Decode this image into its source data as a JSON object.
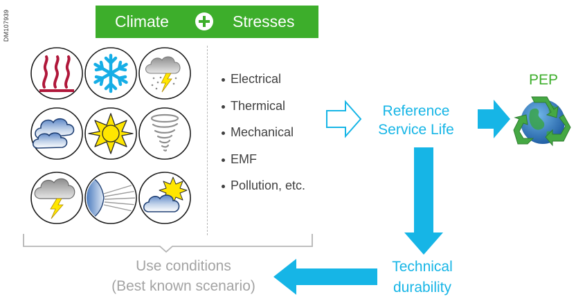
{
  "doc_id": "DM107939",
  "header": {
    "left_label": "Climate",
    "right_label": "Stresses",
    "plus_icon": "plus-circle-icon",
    "color": "#3dae2b"
  },
  "climate_icons": [
    "heat-icon",
    "snowflake-icon",
    "rain-lightning-cloud-icon",
    "storm-cloud-icon",
    "sun-icon",
    "tornado-icon",
    "thunder-cloud-icon",
    "wind-icon",
    "sun-cloud-icon"
  ],
  "stresses": [
    "Electrical",
    "Thermical",
    "Mechanical",
    "EMF",
    "Pollution, etc."
  ],
  "use_conditions": {
    "line1": "Use conditions",
    "line2": "(Best known scenario)"
  },
  "reference": {
    "line1": "Reference",
    "line2": "Service Life"
  },
  "technical": {
    "line1": "Technical",
    "line2": "durability"
  },
  "pep": {
    "label": "PEP",
    "icon": "recycle-globe-icon"
  },
  "colors": {
    "accent_blue": "#16b5e6",
    "green": "#3dae2b",
    "grey_text": "#a3a3a3",
    "heat_red": "#b0173a",
    "sun_yellow": "#ffe600"
  }
}
